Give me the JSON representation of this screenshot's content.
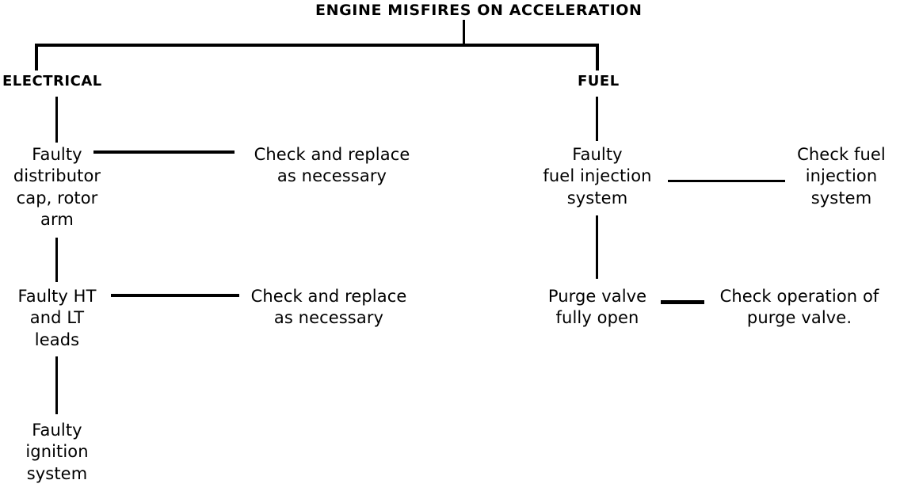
{
  "diagram": {
    "type": "troubleshooting-tree",
    "title": "ENGINE MISFIRES ON ACCELERATION",
    "branches": [
      {
        "id": "electrical",
        "label": "ELECTRICAL",
        "causes": [
          {
            "id": "distributor",
            "text": "Faulty\ndistributor\ncap, rotor\narm",
            "action": "Check and replace\nas necessary"
          },
          {
            "id": "ht-lt-leads",
            "text": "Faulty HT\nand LT\nleads",
            "action": "Check and replace\nas necessary"
          },
          {
            "id": "ignition-system",
            "text": "Faulty\nignition\nsystem",
            "action": ""
          }
        ]
      },
      {
        "id": "fuel",
        "label": "FUEL",
        "causes": [
          {
            "id": "fuel-injection",
            "text": "Faulty\nfuel injection\nsystem",
            "action": "Check fuel\ninjection\nsystem"
          },
          {
            "id": "purge-valve",
            "text": "Purge valve\nfully open",
            "action": "Check operation of\npurge valve."
          }
        ]
      }
    ],
    "colors": {
      "ink": "#000000",
      "paper": "#ffffff"
    }
  }
}
